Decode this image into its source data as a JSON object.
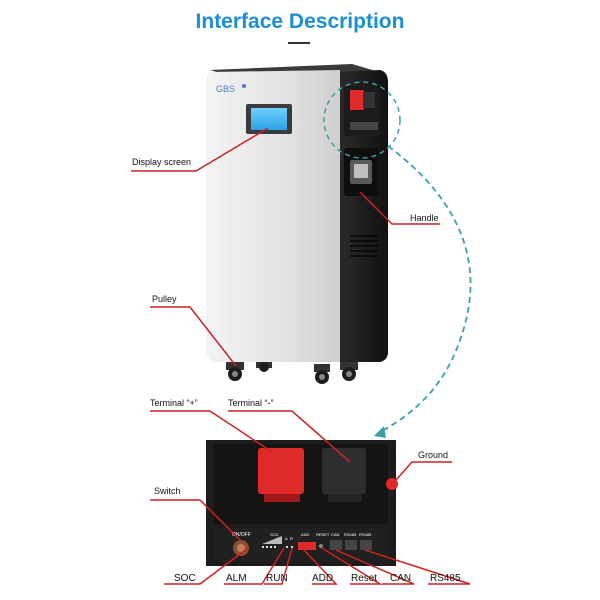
{
  "title": {
    "part1": "Interface",
    "part2": "Description"
  },
  "brand": "GBS",
  "top_labels": {
    "display_screen": "Display screen",
    "handle": "Handle",
    "pulley": "Pulley"
  },
  "panel_labels": {
    "terminal_pos": "Terminal “+”",
    "terminal_neg": "Terminal “-”",
    "ground": "Ground",
    "switch": "Switch",
    "soc": "SOC",
    "alm": "ALM",
    "run": "RUN",
    "add": "ADD",
    "reset": "Reset",
    "can": "CAN",
    "rs485": "RS485"
  },
  "panel_print": {
    "on_off": "ON/OFF",
    "soc": "SOC",
    "a": "A",
    "r": "R",
    "add": "ADD",
    "reset": "RESET",
    "can": "CAN",
    "rs485_1": "RS485",
    "rs485_2": "RS485"
  },
  "colors": {
    "accent": "#1a8fd6",
    "leader": "#cc2222",
    "dashed": "#3aa0a8",
    "terminal_pos": "#e02a2a"
  }
}
